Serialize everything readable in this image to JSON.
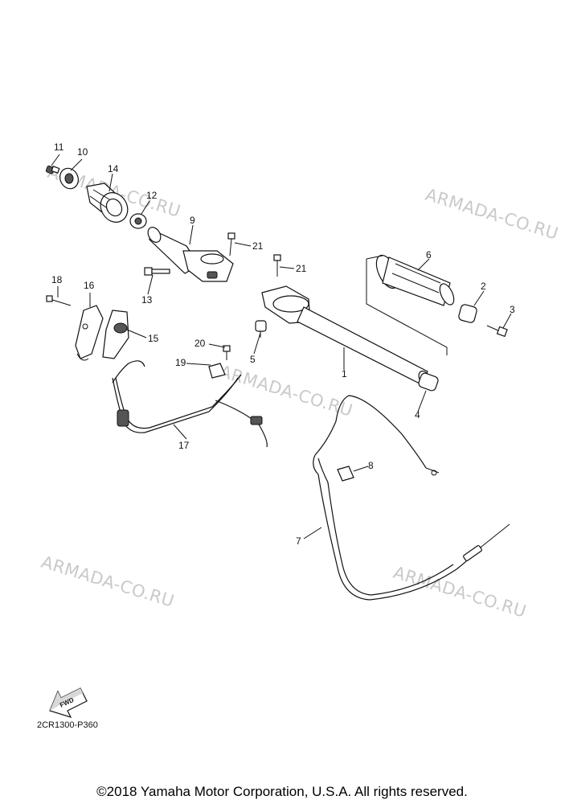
{
  "diagram": {
    "callouts": [
      "1",
      "2",
      "3",
      "4",
      "5",
      "6",
      "7",
      "8",
      "9",
      "10",
      "11",
      "12",
      "13",
      "14",
      "15",
      "16",
      "17",
      "18",
      "19",
      "20",
      "21",
      "21"
    ],
    "watermarks": [
      "ARMADA-CO.RU",
      "ARMADA-CO.RU",
      "ARMADA-CO.RU",
      "ARMADA-CO.RU",
      "ARMADA-CO.RU"
    ],
    "fwd_label": "FWD",
    "diagram_code": "2CR1300-P360",
    "copyright": "©2018 Yamaha Motor Corporation, U.S.A. All rights reserved."
  }
}
